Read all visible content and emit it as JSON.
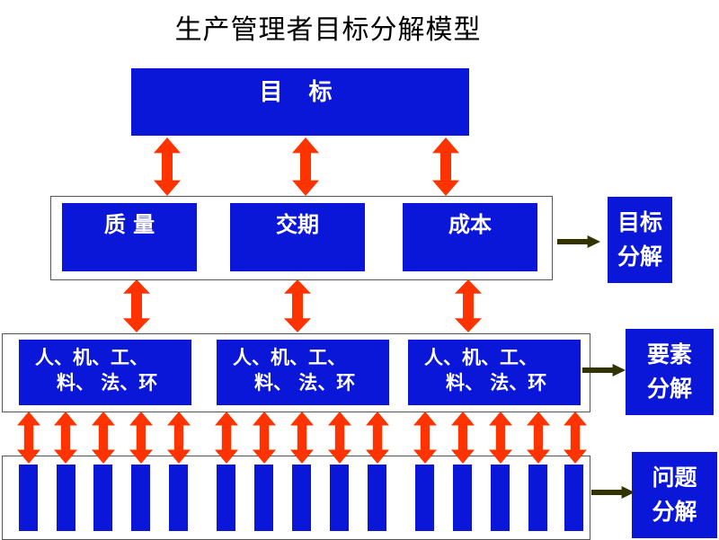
{
  "title": "生产管理者目标分解模型",
  "goal": {
    "label": "目 标"
  },
  "level2": [
    "质 量",
    "交期",
    "成本"
  ],
  "level3": [
    {
      "line1": "人、机、工、",
      "line2": "料、 法、环"
    },
    {
      "line1": "人、机、工、",
      "line2": "料、 法、环"
    },
    {
      "line1": "人、机、工、",
      "line2": "料、 法、环"
    }
  ],
  "side_labels": {
    "goal": {
      "line1": "目标",
      "line2": "分解"
    },
    "element": {
      "line1": "要素",
      "line2": "分解"
    },
    "problem": {
      "line1": "问题",
      "line2": "分解"
    }
  },
  "colors": {
    "box_blue": "#0a17d8",
    "arrow_red": "#ff3300",
    "arrow_dark": "#333300"
  }
}
